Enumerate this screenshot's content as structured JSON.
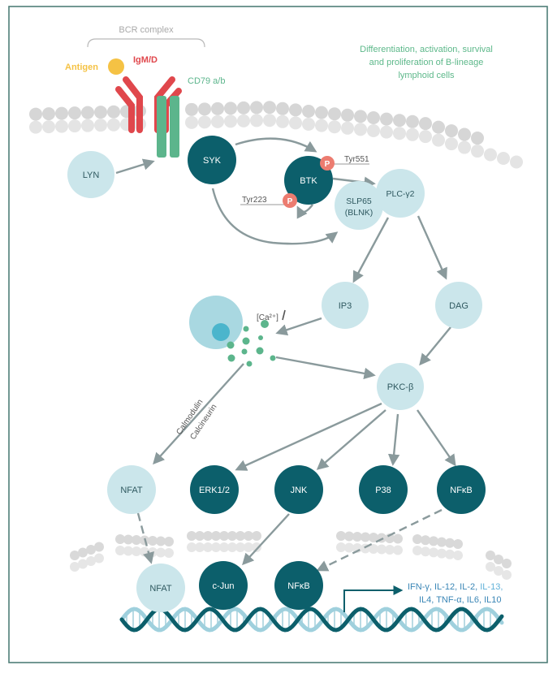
{
  "bcr": {
    "complex_label": "BCR complex",
    "antigen_label": "Antigen",
    "igm_label": "IgM/D",
    "cd79_label": "CD79 a/b"
  },
  "outcome_text": {
    "line1": "Differentiation, activation, survival",
    "line2": "and proliferation of B-lineage",
    "line3": "lymphoid cells"
  },
  "nodes": {
    "lyn": "LYN",
    "syk": "SYK",
    "btk": "BTK",
    "slp65_line1": "SLP65",
    "slp65_line2": "(BLNK)",
    "plc": "PLC-γ2",
    "ip3": "IP3",
    "dag": "DAG",
    "pkc": "PKC-β",
    "nfat": "NFAT",
    "erk": "ERK1/2",
    "jnk": "JNK",
    "p38": "P38",
    "nfkb": "NFκB",
    "nfat_nuclear": "NFAT",
    "cjun": "c-Jun",
    "nfkb_nuclear": "NFκB"
  },
  "phospho": {
    "p_symbol": "P",
    "tyr551": "Tyr551",
    "tyr223": "Tyr223"
  },
  "calcium_label": "[Ca²⁺]",
  "calmodulin_label": "Calmodulin",
  "calcineurin_label": "Calcineurin",
  "cytokines": {
    "line1_a": "IFN-γ, IL-12, IL-2, ",
    "line1_b": "IL-13,",
    "line2": "IL4, TNF-α, IL6, IL10"
  },
  "colors": {
    "dark_teal": "#0c5f6b",
    "light_teal": "#cbe6eb",
    "green": "#5cb58c",
    "red": "#e0474c",
    "antigen_yellow": "#f5c244",
    "phospho_salmon": "#ec7c70",
    "arrow_gray": "#8a9a9c",
    "membrane_gray": "#dcdcdc",
    "frame": "#4f7f78",
    "outcome_green": "#5db88a",
    "cytokine_blue": "#3a86b6",
    "cytokine_light": "#5fb0d8"
  }
}
